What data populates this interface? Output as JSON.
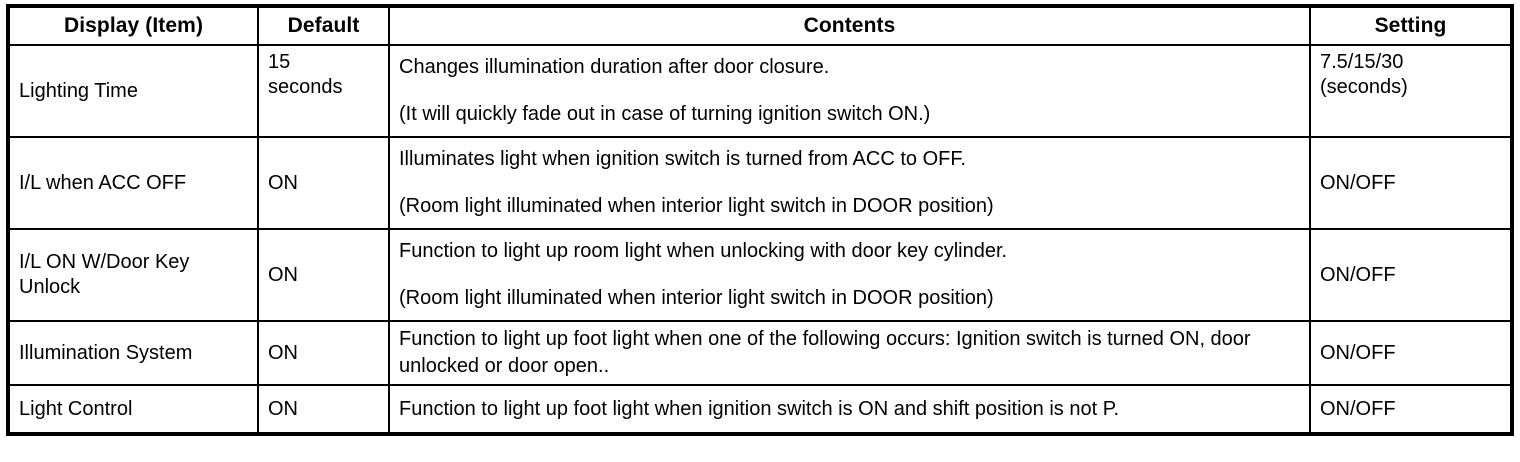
{
  "table": {
    "headers": [
      {
        "label": "Display (Item)"
      },
      {
        "label": "Default"
      },
      {
        "label": "Contents"
      },
      {
        "label": "Setting"
      }
    ],
    "rows": [
      {
        "item": "Lighting Time",
        "default_line1": "15",
        "default_line2": "seconds",
        "contents_line1": "Changes illumination duration after door closure.",
        "contents_line2": "(It will quickly fade out in case of turning ignition switch ON.)",
        "setting_line1": "7.5/15/30",
        "setting_line2": "(seconds)"
      },
      {
        "item": "I/L when ACC OFF",
        "default": "ON",
        "contents_line1": "Illuminates light when ignition switch is turned from ACC to OFF.",
        "contents_line2": "(Room light illuminated when interior light switch in DOOR position)",
        "setting": "ON/OFF"
      },
      {
        "item_line1": "I/L ON W/Door Key",
        "item_line2": "Unlock",
        "default": "ON",
        "contents_line1": "Function to light up room light when unlocking with door key cylinder.",
        "contents_line2": "(Room light illuminated when interior light switch in DOOR position)",
        "setting": "ON/OFF"
      },
      {
        "item": "Illumination System",
        "default": "ON",
        "contents": "Function to light up foot light when one of the following occurs: Ignition switch is turned ON, door unlocked or door open..",
        "setting": "ON/OFF"
      },
      {
        "item": "Light Control",
        "default": "ON",
        "contents": "Function to light up foot light when ignition switch is ON and shift position is not P.",
        "setting": "ON/OFF"
      }
    ]
  },
  "style": {
    "border_color": "#000000",
    "text_color": "#000000",
    "background": "#ffffff"
  }
}
